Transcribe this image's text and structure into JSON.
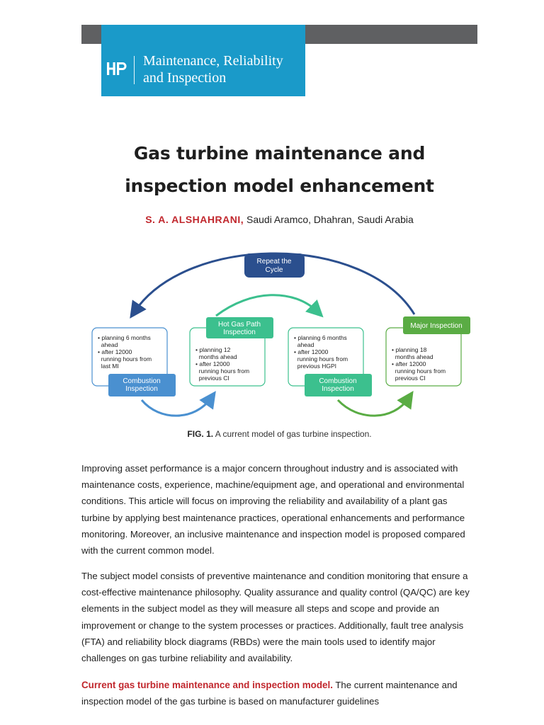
{
  "header": {
    "logo_text": "HP",
    "section_title_line1": "Maintenance, Reliability",
    "section_title_line2": "and Inspection",
    "colors": {
      "bar": "#5f6062",
      "banner": "#1a9ac9"
    }
  },
  "article": {
    "title_line1": "Gas turbine maintenance and",
    "title_line2": "inspection model enhancement",
    "author": "S. A. ALSHAHRANI,",
    "affiliation": " Saudi Aramco, Dhahran, Saudi Arabia"
  },
  "figure": {
    "repeat_label_1": "Repeat the",
    "repeat_label_2": "Cycle",
    "box1_lines": [
      "• planning 6 months",
      "  ahead",
      "• after 12000",
      "  running hours from",
      "  last MI"
    ],
    "box1_label_1": "Combustion",
    "box1_label_2": "Inspection",
    "box2_label_1": "Hot Gas Path",
    "box2_label_2": "Inspection",
    "box2_lines": [
      "• planning 12",
      "  months ahead",
      "• after 12000",
      "  running hours from",
      "  previous CI"
    ],
    "box3_lines": [
      "• planning 6 months",
      "  ahead",
      "• after 12000",
      "  running hours from",
      "  previous HGPI"
    ],
    "box3_label_1": "Combustion",
    "box3_label_2": "Inspection",
    "box4_label": "Major Inspection",
    "box4_lines": [
      "• planning 18",
      "  months ahead",
      "• after 12000",
      "  running hours from",
      "  previous CI"
    ],
    "caption_label": "FIG. 1.",
    "caption_text": " A current model of gas turbine inspection."
  },
  "body": {
    "p1": "Improving asset performance is a major concern throughout industry and is associated with maintenance costs, experience, machine/equipment age, and operational and environmental conditions. This article will focus on improving the reliability and availability of a plant gas turbine by applying best maintenance practices, operational enhancements and performance monitoring. Moreover, an inclusive maintenance and inspection model is proposed compared with the current common model.",
    "p2": "The subject model consists of preventive maintenance and condition monitoring that ensure a cost-effective maintenance philosophy. Quality assurance and quality control (QA/QC) are key elements in the subject model as they will measure all steps and scope and provide an improvement or change to the system processes or practices. Additionally, fault tree analysis (FTA) and reliability block diagrams (RBDs) were the main tools used to identify major challenges on gas turbine reliability and availability.",
    "p3_lead": "Current gas turbine maintenance and inspection model.",
    "p3_text": " The current maintenance and inspection model of the gas turbine is based on manufacturer guidelines"
  }
}
